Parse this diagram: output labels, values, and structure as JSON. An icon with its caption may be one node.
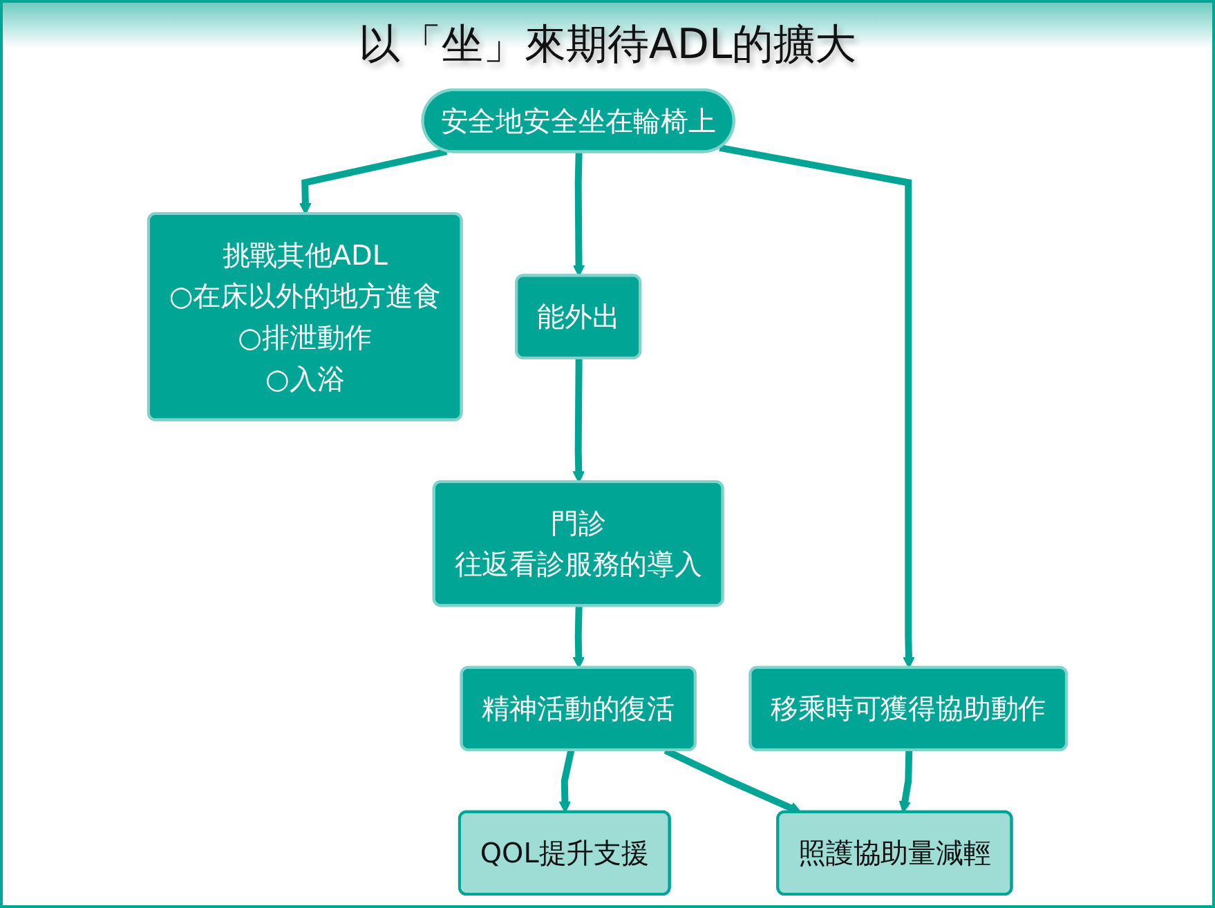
{
  "diagram": {
    "title": "以「坐」來期待ADL的擴大",
    "nodes": [
      {
        "text": [
          "安全地安全坐在輪椅上"
        ]
      },
      {
        "text": [
          "挑戰其他ADL",
          "○在床以外的地方進食",
          "○排泄動作",
          "○入浴"
        ]
      },
      {
        "text": [
          "能外出"
        ]
      },
      {
        "text": [
          "門診",
          "往返看診服務的導入"
        ]
      },
      {
        "text": [
          "移乘時可獲得協助動作"
        ]
      },
      {
        "text": [
          "QOL提升支援"
        ]
      },
      {
        "text": [
          "精神活動的復活"
        ]
      },
      {
        "text": [
          "照護協助量減輕"
        ]
      }
    ],
    "edges": [
      {
        "from": 0,
        "to": 1,
        "arrow": "to"
      },
      {
        "from": 0,
        "to": 2,
        "arrow": "to"
      },
      {
        "from": 0,
        "to": 4,
        "arrow": "to"
      },
      {
        "from": 2,
        "to": 3,
        "arrow": "to"
      },
      {
        "from": 3,
        "to": 6,
        "arrow": "to"
      },
      {
        "from": 4,
        "to": 7,
        "arrow": "to"
      },
      {
        "from": 6,
        "to": 5,
        "arrow": "to"
      },
      {
        "from": 6,
        "to": 7,
        "arrow": "to"
      }
    ]
  }
}
